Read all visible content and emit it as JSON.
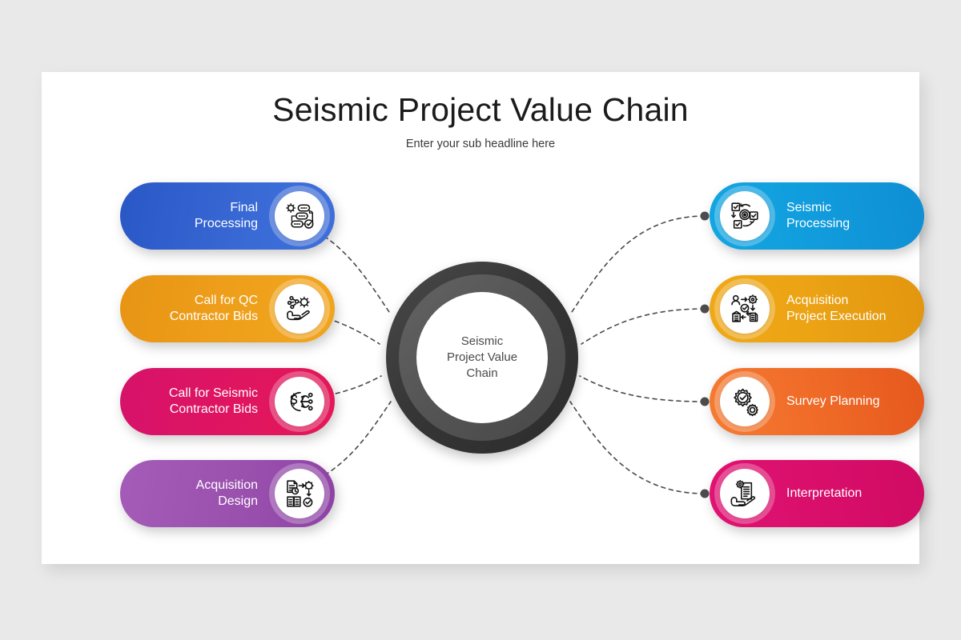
{
  "slide": {
    "title": "Seismic Project Value Chain",
    "subtitle": "Enter your sub headline here",
    "background_color": "#e9e9e9",
    "card_color": "#ffffff"
  },
  "hub": {
    "label": "Seismic\nProject Value\nChain",
    "outer_ring_color": "#363636",
    "inner_ring_color": "#545454",
    "center_color": "#ffffff"
  },
  "connectors": {
    "line_color": "#4a4a4a",
    "dot_color": "#4d4d4d",
    "style": "dashed"
  },
  "left_items": [
    {
      "label": "Final\nProcessing",
      "color": "#3a6ad6",
      "icon": "workflow-gear-icon"
    },
    {
      "label": "Call for QC\nContractor Bids",
      "color": "#efa01b",
      "icon": "hand-gear-network-icon"
    },
    {
      "label": "Call for Seismic\nContractor Bids",
      "color": "#e01560",
      "icon": "dollar-gear-network-icon"
    },
    {
      "label": "Acquisition\nDesign",
      "color": "#9a51ae",
      "icon": "document-gear-flow-icon"
    }
  ],
  "right_items": [
    {
      "label": "Seismic\nProcessing",
      "color": "#119ddd",
      "icon": "checkbox-cycle-target-icon"
    },
    {
      "label": "Acquisition\nProject Execution",
      "color": "#eca314",
      "icon": "person-gear-document-cycle-icon"
    },
    {
      "label": "Survey Planning",
      "color": "#f06c28",
      "icon": "gear-check-icon"
    },
    {
      "label": "Interpretation",
      "color": "#da0f6c",
      "icon": "hand-document-gear-icon"
    }
  ]
}
